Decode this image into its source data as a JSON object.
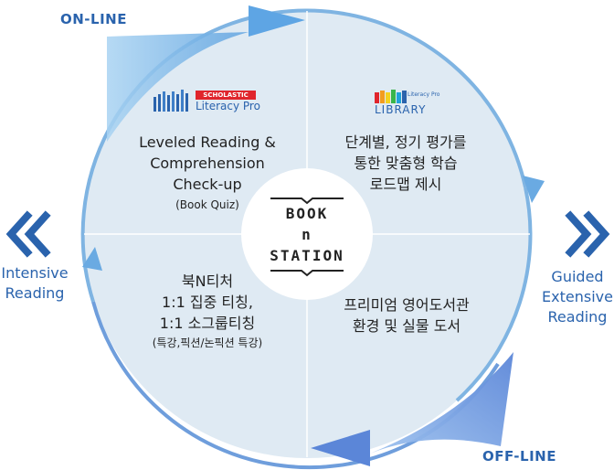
{
  "labels": {
    "online": "ON-LINE",
    "offline": "OFF-LINE"
  },
  "left_side": {
    "line1": "Intensive",
    "line2": "Reading"
  },
  "right_side": {
    "line1": "Guided",
    "line2": "Extensive",
    "line3": "Reading"
  },
  "center": {
    "line1": "BOOK",
    "line2": "n",
    "line3": "STATION"
  },
  "quadrants": {
    "top_left": {
      "logo_badge": "SCHOLASTIC",
      "logo_text": "Literacy Pro",
      "line1": "Leveled Reading &",
      "line2": "Comprehension",
      "line3": "Check-up",
      "sub": "(Book Quiz)"
    },
    "top_right": {
      "logo_small": "Literacy Pro",
      "logo_text": "LIBRARY",
      "line1": "단계별, 정기 평가를",
      "line2": "통한 맞춤형 학습",
      "line3": "로드맵 제시"
    },
    "bottom_left": {
      "line1": "북N티처",
      "line2": "1:1 집중 티칭,",
      "line3": "1:1 소그룹티칭",
      "sub": "(특강,픽션/논픽션 특강)"
    },
    "bottom_right": {
      "line1": "프리미엄 영어도서관",
      "line2": "환경 및 실물 도서"
    }
  },
  "colors": {
    "circle_fill": "#dfeaf3",
    "ring": "#6fa9dc",
    "arrow_light": "#8fc4ee",
    "arrow_dark": "#4a7fd4",
    "text_blue": "#2a63ad",
    "scholastic_red": "#e0252c"
  },
  "icons": [
    "double-chevron-left-icon",
    "double-chevron-right-icon",
    "book-icon",
    "rainbow-books-icon"
  ]
}
